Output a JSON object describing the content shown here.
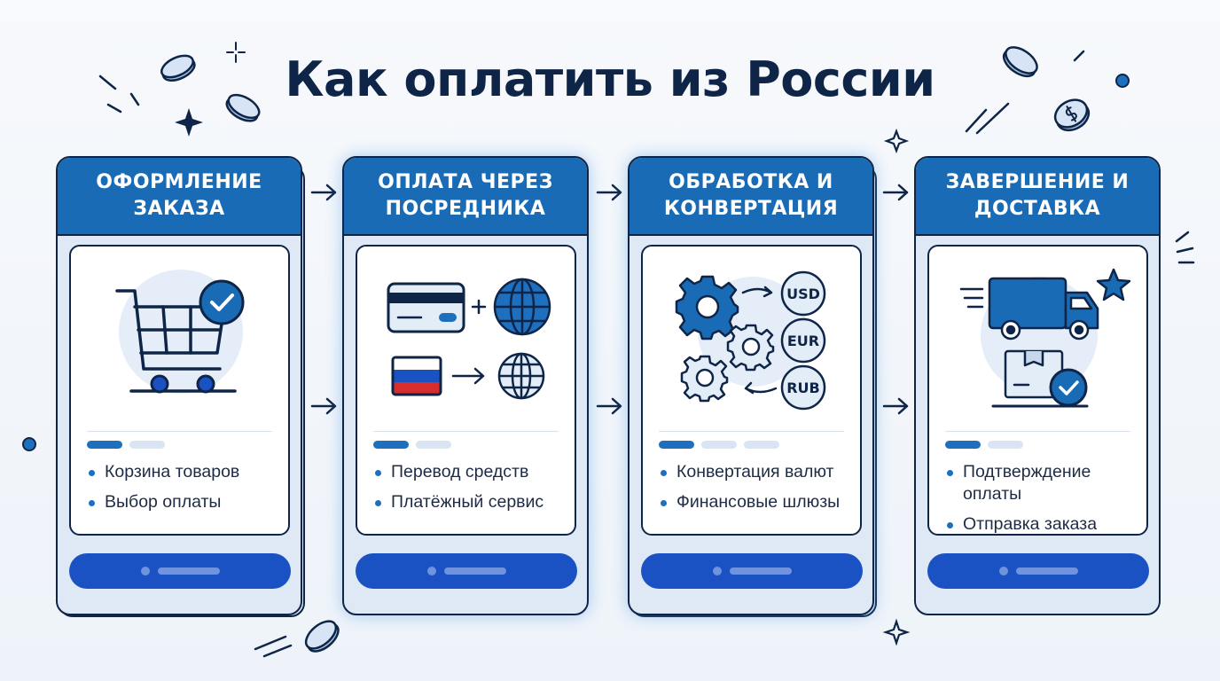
{
  "title": "Как оплатить из России",
  "colors": {
    "primary": "#1a6bb5",
    "navy": "#0f2547",
    "button": "#1a52c4",
    "accent": "#1e6fbd"
  },
  "steps": [
    {
      "title": "ОФОРМЛЕНИЕ ЗАКАЗА",
      "icon": "shopping-cart-check-icon",
      "progress": "1 of 2",
      "bullets": [
        "Корзина товаров",
        "Выбор оплаты"
      ]
    },
    {
      "title": "ОПЛАТА ЧЕРЕЗ ПОСРЕДНИКА",
      "icon": "card-plus-globe-icon",
      "progress": "1 of 2",
      "bullets": [
        "Перевод средств",
        "Платёжный сервис"
      ]
    },
    {
      "title": "ОБРАБОТКА И КОНВЕРТАЦИЯ",
      "icon": "gears-currency-icon",
      "currencies": [
        "USD",
        "EUR",
        "RUB"
      ],
      "progress": "1 of 3",
      "bullets": [
        "Конвертация валют",
        "Финансовые шлюзы"
      ]
    },
    {
      "title": "ЗАВЕРШЕНИЕ И ДОСТАВКА",
      "icon": "delivery-truck-box-icon",
      "progress": "1 of 2",
      "bullets": [
        "Подтверждение оплаты",
        "Отправка заказа"
      ]
    }
  ]
}
